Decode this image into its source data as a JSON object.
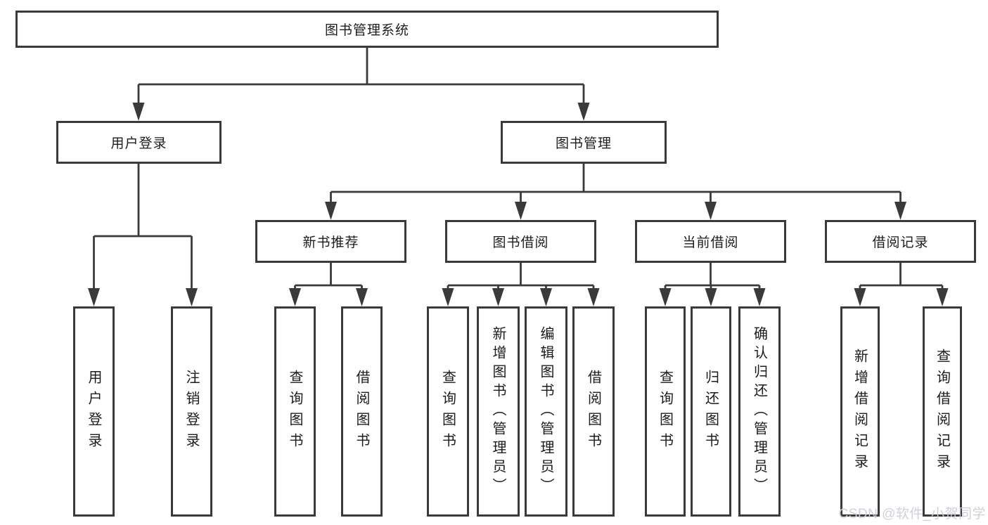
{
  "tree": {
    "root": {
      "label": "图书管理系统",
      "children": [
        {
          "label": "用户登录",
          "children": [
            {
              "label": "用户登录"
            },
            {
              "label": "注销登录"
            }
          ]
        },
        {
          "label": "图书管理",
          "children": [
            {
              "label": "新书推荐",
              "children": [
                {
                  "label": "查询图书"
                },
                {
                  "label": "借阅图书"
                }
              ]
            },
            {
              "label": "图书借阅",
              "children": [
                {
                  "label": "查询图书"
                },
                {
                  "label": "新增图书（管理员）"
                },
                {
                  "label": "编辑图书（管理员）"
                },
                {
                  "label": "借阅图书"
                }
              ]
            },
            {
              "label": "当前借阅",
              "children": [
                {
                  "label": "查询图书"
                },
                {
                  "label": "归还图书"
                },
                {
                  "label": "确认归还（管理员）"
                }
              ]
            },
            {
              "label": "借阅记录",
              "children": [
                {
                  "label": "新增借阅记录"
                },
                {
                  "label": "查询借阅记录"
                }
              ]
            }
          ]
        }
      ]
    }
  },
  "watermark": "CSDN @软件_小贺同学",
  "colors": {
    "line": "#3a3a3a",
    "box_border": "#3a3a3a",
    "text": "#1c1c1c",
    "watermark": "#ccCFD5",
    "background": "#ffffff"
  }
}
